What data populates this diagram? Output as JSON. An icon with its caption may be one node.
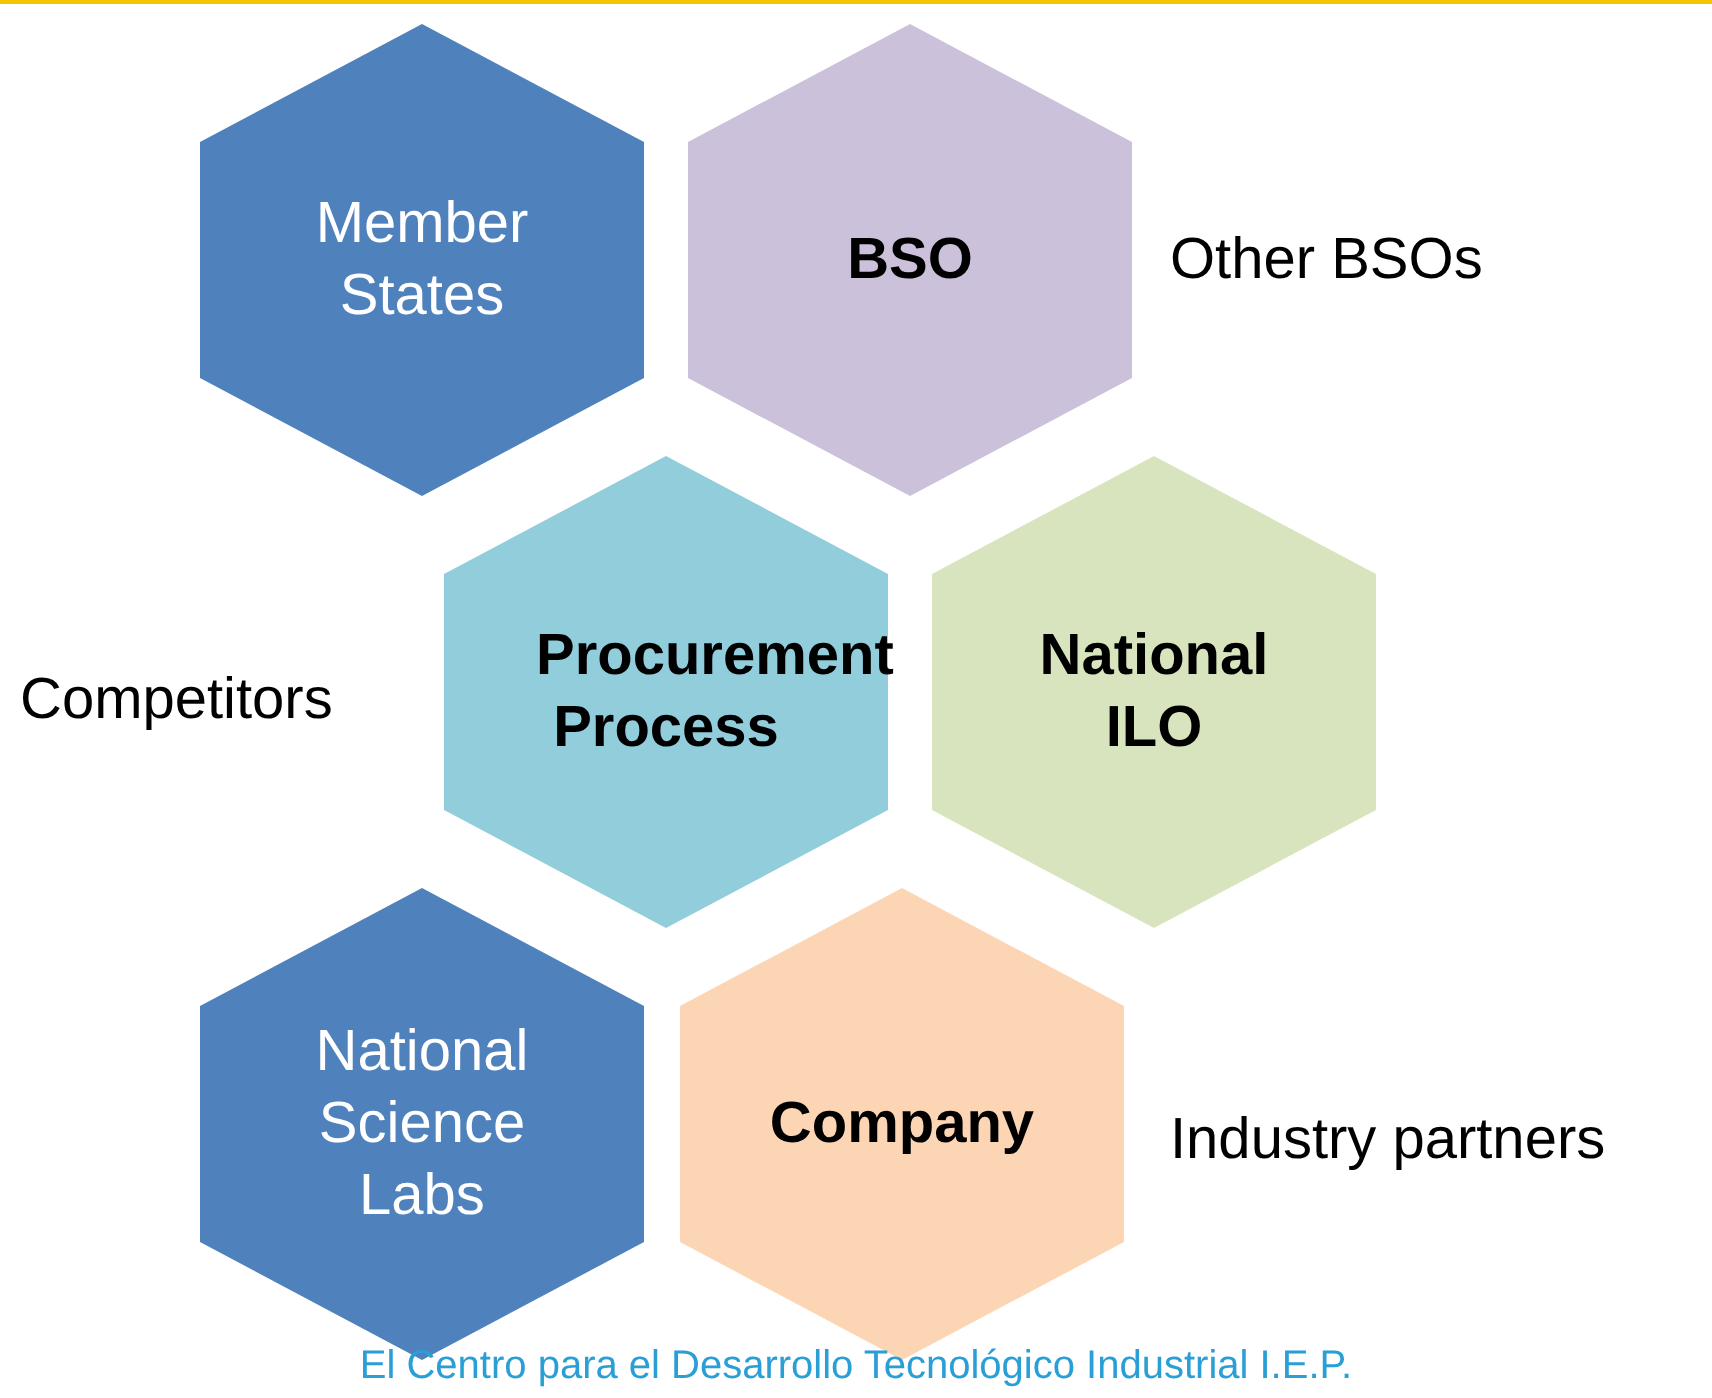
{
  "diagram": {
    "nodes": [
      {
        "text": [
          "Member States"
        ]
      },
      {
        "text": [
          "BSO"
        ],
        "beside": [
          "Other BSOs"
        ]
      },
      {
        "text": [
          "Procurement Process"
        ],
        "beside": [
          "Competitors"
        ]
      },
      {
        "text": [
          "National ILO"
        ]
      },
      {
        "text": [
          "National Science Labs"
        ]
      },
      {
        "text": [
          "Company"
        ],
        "beside": [
          "Industry partners"
        ]
      }
    ],
    "labels": [
      "El Centro para el Desarrollo Tecnológico Industrial I.E.P."
    ]
  }
}
